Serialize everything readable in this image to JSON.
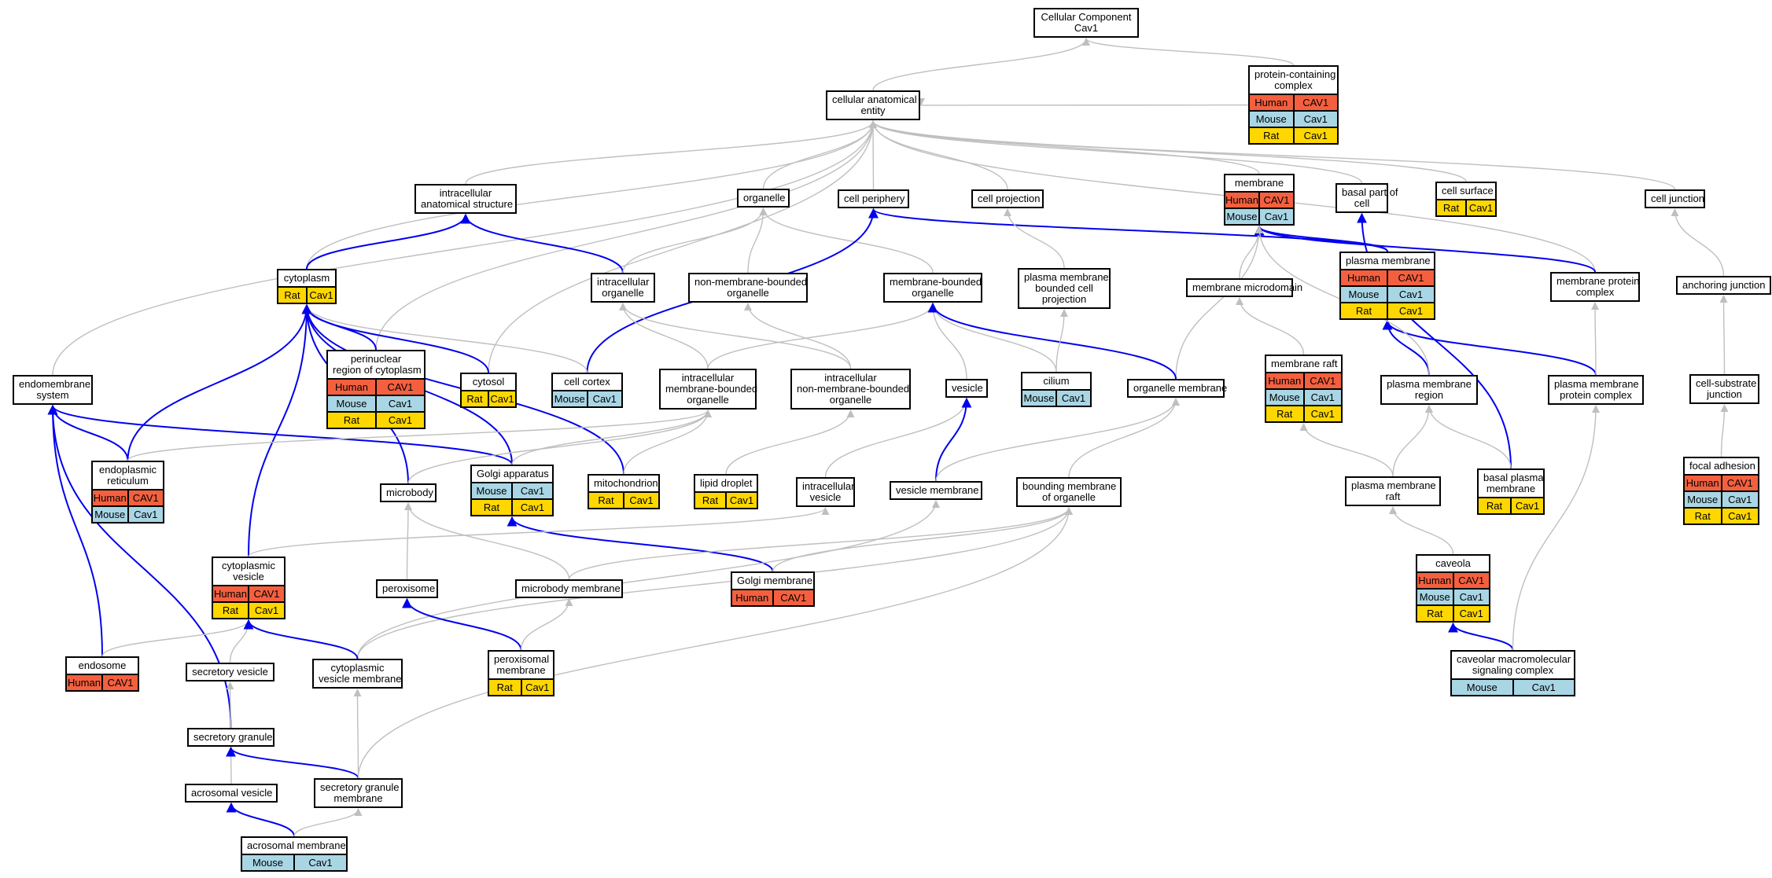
{
  "palette": {
    "Human": "#f4603f",
    "Mouse": "#a9d6e5",
    "Rat": "#ffd700",
    "edge_gray": "#bfbfbf",
    "edge_blue": "#0000ee"
  },
  "nodes": [
    {
      "id": "cc",
      "lines": [
        "Cellular Component",
        "Cav1"
      ],
      "rows": []
    },
    {
      "id": "pcc",
      "lines": [
        "protein-containing",
        "complex"
      ],
      "rows": [
        [
          "Human",
          "CAV1"
        ],
        [
          "Mouse",
          "Cav1"
        ],
        [
          "Rat",
          "Cav1"
        ]
      ]
    },
    {
      "id": "cae",
      "lines": [
        "cellular anatomical",
        "entity"
      ],
      "rows": []
    },
    {
      "id": "ias",
      "lines": [
        "intracellular",
        "anatomical structure"
      ],
      "rows": []
    },
    {
      "id": "org",
      "lines": [
        "organelle"
      ],
      "rows": []
    },
    {
      "id": "cper",
      "lines": [
        "cell periphery"
      ],
      "rows": []
    },
    {
      "id": "cproj",
      "lines": [
        "cell projection"
      ],
      "rows": []
    },
    {
      "id": "mem",
      "lines": [
        "membrane"
      ],
      "rows": [
        [
          "Human",
          "CAV1"
        ],
        [
          "Mouse",
          "Cav1"
        ]
      ]
    },
    {
      "id": "bpc",
      "lines": [
        "basal part of",
        "cell"
      ],
      "rows": []
    },
    {
      "id": "csurf",
      "lines": [
        "cell surface"
      ],
      "rows": [
        [
          "Rat",
          "Cav1"
        ]
      ]
    },
    {
      "id": "cjunc",
      "lines": [
        "cell junction"
      ],
      "rows": []
    },
    {
      "id": "cyto",
      "lines": [
        "cytoplasm"
      ],
      "rows": [
        [
          "Rat",
          "Cav1"
        ]
      ]
    },
    {
      "id": "iorg",
      "lines": [
        "intracellular",
        "organelle"
      ],
      "rows": []
    },
    {
      "id": "nmbo",
      "lines": [
        "non-membrane-bounded",
        "organelle"
      ],
      "rows": []
    },
    {
      "id": "mbo",
      "lines": [
        "membrane-bounded",
        "organelle"
      ],
      "rows": []
    },
    {
      "id": "pmbcp",
      "lines": [
        "plasma membrane",
        "bounded cell",
        "projection"
      ],
      "rows": []
    },
    {
      "id": "mmd",
      "lines": [
        "membrane microdomain"
      ],
      "rows": []
    },
    {
      "id": "pm",
      "lines": [
        "plasma membrane"
      ],
      "rows": [
        [
          "Human",
          "CAV1"
        ],
        [
          "Mouse",
          "Cav1"
        ],
        [
          "Rat",
          "Cav1"
        ]
      ]
    },
    {
      "id": "mpc",
      "lines": [
        "membrane protein",
        "complex"
      ],
      "rows": []
    },
    {
      "id": "ajunc",
      "lines": [
        "anchoring junction"
      ],
      "rows": []
    },
    {
      "id": "endo",
      "lines": [
        "endomembrane",
        "system"
      ],
      "rows": []
    },
    {
      "id": "pnr",
      "lines": [
        "perinuclear",
        "region of cytoplasm"
      ],
      "rows": [
        [
          "Human",
          "CAV1"
        ],
        [
          "Mouse",
          "Cav1"
        ],
        [
          "Rat",
          "Cav1"
        ]
      ]
    },
    {
      "id": "cytosol",
      "lines": [
        "cytosol"
      ],
      "rows": [
        [
          "Rat",
          "Cav1"
        ]
      ]
    },
    {
      "id": "ccort",
      "lines": [
        "cell cortex"
      ],
      "rows": [
        [
          "Mouse",
          "Cav1"
        ]
      ]
    },
    {
      "id": "imbo",
      "lines": [
        "intracellular",
        "membrane-bounded",
        "organelle"
      ],
      "rows": []
    },
    {
      "id": "inmbo",
      "lines": [
        "intracellular",
        "non-membrane-bounded",
        "organelle"
      ],
      "rows": []
    },
    {
      "id": "ves",
      "lines": [
        "vesicle"
      ],
      "rows": []
    },
    {
      "id": "cil",
      "lines": [
        "cilium"
      ],
      "rows": [
        [
          "Mouse",
          "Cav1"
        ]
      ]
    },
    {
      "id": "orgmem",
      "lines": [
        "organelle membrane"
      ],
      "rows": []
    },
    {
      "id": "mraft",
      "lines": [
        "membrane raft"
      ],
      "rows": [
        [
          "Human",
          "CAV1"
        ],
        [
          "Mouse",
          "Cav1"
        ],
        [
          "Rat",
          "Cav1"
        ]
      ]
    },
    {
      "id": "pmr",
      "lines": [
        "plasma membrane",
        "region"
      ],
      "rows": []
    },
    {
      "id": "pmpc",
      "lines": [
        "plasma membrane",
        "protein complex"
      ],
      "rows": []
    },
    {
      "id": "csj",
      "lines": [
        "cell-substrate",
        "junction"
      ],
      "rows": []
    },
    {
      "id": "er",
      "lines": [
        "endoplasmic",
        "reticulum"
      ],
      "rows": [
        [
          "Human",
          "CAV1"
        ],
        [
          "Mouse",
          "Cav1"
        ]
      ]
    },
    {
      "id": "mbody",
      "lines": [
        "microbody"
      ],
      "rows": []
    },
    {
      "id": "golgi",
      "lines": [
        "Golgi apparatus"
      ],
      "rows": [
        [
          "Mouse",
          "Cav1"
        ],
        [
          "Rat",
          "Cav1"
        ]
      ]
    },
    {
      "id": "mito",
      "lines": [
        "mitochondrion"
      ],
      "rows": [
        [
          "Rat",
          "Cav1"
        ]
      ]
    },
    {
      "id": "ld",
      "lines": [
        "lipid droplet"
      ],
      "rows": [
        [
          "Rat",
          "Cav1"
        ]
      ]
    },
    {
      "id": "iv",
      "lines": [
        "intracellular",
        "vesicle"
      ],
      "rows": []
    },
    {
      "id": "vm",
      "lines": [
        "vesicle membrane"
      ],
      "rows": []
    },
    {
      "id": "bmo",
      "lines": [
        "bounding membrane",
        "of organelle"
      ],
      "rows": []
    },
    {
      "id": "pmraft",
      "lines": [
        "plasma membrane",
        "raft"
      ],
      "rows": []
    },
    {
      "id": "bpm",
      "lines": [
        "basal plasma",
        "membrane"
      ],
      "rows": [
        [
          "Rat",
          "Cav1"
        ]
      ]
    },
    {
      "id": "fa",
      "lines": [
        "focal adhesion"
      ],
      "rows": [
        [
          "Human",
          "CAV1"
        ],
        [
          "Mouse",
          "Cav1"
        ],
        [
          "Rat",
          "Cav1"
        ]
      ]
    },
    {
      "id": "cv",
      "lines": [
        "cytoplasmic",
        "vesicle"
      ],
      "rows": [
        [
          "Human",
          "CAV1"
        ],
        [
          "Rat",
          "Cav1"
        ]
      ]
    },
    {
      "id": "perox",
      "lines": [
        "peroxisome"
      ],
      "rows": []
    },
    {
      "id": "mbm",
      "lines": [
        "microbody membrane"
      ],
      "rows": []
    },
    {
      "id": "gm",
      "lines": [
        "Golgi membrane"
      ],
      "rows": [
        [
          "Human",
          "CAV1"
        ]
      ]
    },
    {
      "id": "caveola",
      "lines": [
        "caveola"
      ],
      "rows": [
        [
          "Human",
          "CAV1"
        ],
        [
          "Mouse",
          "Cav1"
        ],
        [
          "Rat",
          "Cav1"
        ]
      ]
    },
    {
      "id": "endos",
      "lines": [
        "endosome"
      ],
      "rows": [
        [
          "Human",
          "CAV1"
        ]
      ]
    },
    {
      "id": "sv",
      "lines": [
        "secretory vesicle"
      ],
      "rows": []
    },
    {
      "id": "cvm",
      "lines": [
        "cytoplasmic",
        "vesicle membrane"
      ],
      "rows": []
    },
    {
      "id": "pxm",
      "lines": [
        "peroxisomal",
        "membrane"
      ],
      "rows": [
        [
          "Rat",
          "Cav1"
        ]
      ]
    },
    {
      "id": "cmsc",
      "lines": [
        "caveolar macromolecular",
        "signaling complex"
      ],
      "rows": [
        [
          "Mouse",
          "Cav1"
        ]
      ]
    },
    {
      "id": "sg",
      "lines": [
        "secretory granule"
      ],
      "rows": []
    },
    {
      "id": "av",
      "lines": [
        "acrosomal vesicle"
      ],
      "rows": []
    },
    {
      "id": "sgm",
      "lines": [
        "secretory granule",
        "membrane"
      ],
      "rows": []
    },
    {
      "id": "am",
      "lines": [
        "acrosomal membrane"
      ],
      "rows": [
        [
          "Mouse",
          "Cav1"
        ]
      ]
    }
  ],
  "edges": [
    [
      "cae",
      "cc",
      "gray"
    ],
    [
      "pcc",
      "cc",
      "gray"
    ],
    [
      "ias",
      "cae",
      "gray"
    ],
    [
      "org",
      "cae",
      "gray"
    ],
    [
      "cper",
      "cae",
      "gray"
    ],
    [
      "cproj",
      "cae",
      "gray"
    ],
    [
      "mem",
      "cae",
      "gray"
    ],
    [
      "bpc",
      "cae",
      "gray"
    ],
    [
      "csurf",
      "cae",
      "gray"
    ],
    [
      "cjunc",
      "cae",
      "gray"
    ],
    [
      "cyto",
      "cae",
      "gray"
    ],
    [
      "endo",
      "cae",
      "gray"
    ],
    [
      "pnr",
      "cae",
      "gray"
    ],
    [
      "cytosol",
      "cae",
      "gray"
    ],
    [
      "mpc",
      "cae",
      "gray"
    ],
    [
      "pcc",
      "cae",
      "gray"
    ],
    [
      "cyto",
      "ias",
      "blue"
    ],
    [
      "iorg",
      "ias",
      "blue"
    ],
    [
      "iorg",
      "org",
      "gray"
    ],
    [
      "nmbo",
      "org",
      "gray"
    ],
    [
      "mbo",
      "org",
      "gray"
    ],
    [
      "ccort",
      "cper",
      "blue"
    ],
    [
      "pm",
      "cper",
      "blue"
    ],
    [
      "pmbcp",
      "cproj",
      "gray"
    ],
    [
      "mmd",
      "mem",
      "gray"
    ],
    [
      "pm",
      "mem",
      "blue"
    ],
    [
      "orgmem",
      "mem",
      "gray"
    ],
    [
      "mpc",
      "mem",
      "blue"
    ],
    [
      "bpm",
      "bpc",
      "blue"
    ],
    [
      "ajunc",
      "cjunc",
      "gray"
    ],
    [
      "er",
      "cyto",
      "blue"
    ],
    [
      "pnr",
      "cyto",
      "blue"
    ],
    [
      "cytosol",
      "cyto",
      "blue"
    ],
    [
      "ccort",
      "cyto",
      "gray"
    ],
    [
      "mbody",
      "cyto",
      "blue"
    ],
    [
      "golgi",
      "cyto",
      "blue"
    ],
    [
      "mito",
      "cyto",
      "blue"
    ],
    [
      "cv",
      "cyto",
      "blue"
    ],
    [
      "imbo",
      "iorg",
      "gray"
    ],
    [
      "inmbo",
      "iorg",
      "gray"
    ],
    [
      "imbo",
      "mbo",
      "gray"
    ],
    [
      "inmbo",
      "nmbo",
      "gray"
    ],
    [
      "ves",
      "mbo",
      "gray"
    ],
    [
      "cil",
      "mbo",
      "gray"
    ],
    [
      "orgmem",
      "mbo",
      "blue"
    ],
    [
      "cil",
      "pmbcp",
      "gray"
    ],
    [
      "mraft",
      "mmd",
      "gray"
    ],
    [
      "pmr",
      "pm",
      "blue"
    ],
    [
      "pmpc",
      "pm",
      "blue"
    ],
    [
      "pmr",
      "mem",
      "gray"
    ],
    [
      "pmpc",
      "mpc",
      "gray"
    ],
    [
      "csj",
      "ajunc",
      "gray"
    ],
    [
      "fa",
      "csj",
      "gray"
    ],
    [
      "er",
      "endo",
      "blue"
    ],
    [
      "golgi",
      "endo",
      "blue"
    ],
    [
      "endos",
      "endo",
      "blue"
    ],
    [
      "sg",
      "endo",
      "blue"
    ],
    [
      "er",
      "imbo",
      "gray"
    ],
    [
      "mbody",
      "imbo",
      "gray"
    ],
    [
      "golgi",
      "imbo",
      "gray"
    ],
    [
      "mito",
      "imbo",
      "gray"
    ],
    [
      "ld",
      "inmbo",
      "gray"
    ],
    [
      "iv",
      "ves",
      "gray"
    ],
    [
      "vm",
      "ves",
      "blue"
    ],
    [
      "vm",
      "orgmem",
      "gray"
    ],
    [
      "bmo",
      "orgmem",
      "gray"
    ],
    [
      "pmraft",
      "mraft",
      "gray"
    ],
    [
      "pmraft",
      "pmr",
      "gray"
    ],
    [
      "bpm",
      "pmr",
      "gray"
    ],
    [
      "perox",
      "mbody",
      "gray"
    ],
    [
      "mbm",
      "mbody",
      "gray"
    ],
    [
      "gm",
      "golgi",
      "blue"
    ],
    [
      "gm",
      "bmo",
      "gray"
    ],
    [
      "cv",
      "iv",
      "gray"
    ],
    [
      "cvm",
      "vm",
      "gray"
    ],
    [
      "cvm",
      "bmo",
      "gray"
    ],
    [
      "mbm",
      "bmo",
      "gray"
    ],
    [
      "sgm",
      "bmo",
      "gray"
    ],
    [
      "caveola",
      "pmraft",
      "gray"
    ],
    [
      "cmsc",
      "caveola",
      "blue"
    ],
    [
      "cmsc",
      "pmpc",
      "gray"
    ],
    [
      "endos",
      "cv",
      "gray"
    ],
    [
      "sv",
      "cv",
      "gray"
    ],
    [
      "cvm",
      "cv",
      "blue"
    ],
    [
      "pxm",
      "perox",
      "blue"
    ],
    [
      "pxm",
      "mbm",
      "gray"
    ],
    [
      "sg",
      "sv",
      "gray"
    ],
    [
      "av",
      "sg",
      "gray"
    ],
    [
      "sgm",
      "sg",
      "blue"
    ],
    [
      "sgm",
      "cvm",
      "gray"
    ],
    [
      "am",
      "av",
      "blue"
    ],
    [
      "am",
      "sgm",
      "gray"
    ]
  ]
}
